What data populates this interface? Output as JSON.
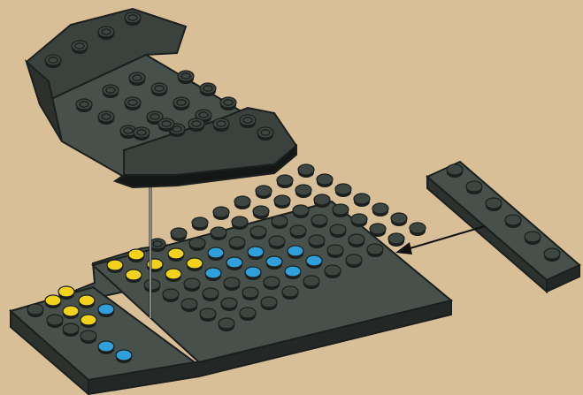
{
  "page": {
    "title": "",
    "background_color": "#d8bf98"
  },
  "instruction_step": {
    "step_number_text": "",
    "callouts": []
  },
  "colors": {
    "brick_dark": "#2c312e",
    "brick_mid": "#3b413d",
    "brick_face": "#47504a",
    "brick_edge": "#1b1f1d",
    "stud_yellow": "#f2d21a",
    "stud_blue": "#2fa0dc",
    "arrow": "#111111",
    "guide_line": "#f0f0f0"
  },
  "parts": [
    {
      "name": "windscreen-assembly",
      "kind": "wedge-with-slopes"
    },
    {
      "name": "base-plate",
      "kind": "plate-8x6"
    },
    {
      "name": "plate-1x6",
      "kind": "plate-1x6"
    }
  ],
  "icons": [
    "arrow-icon",
    "guide-line-icon"
  ]
}
